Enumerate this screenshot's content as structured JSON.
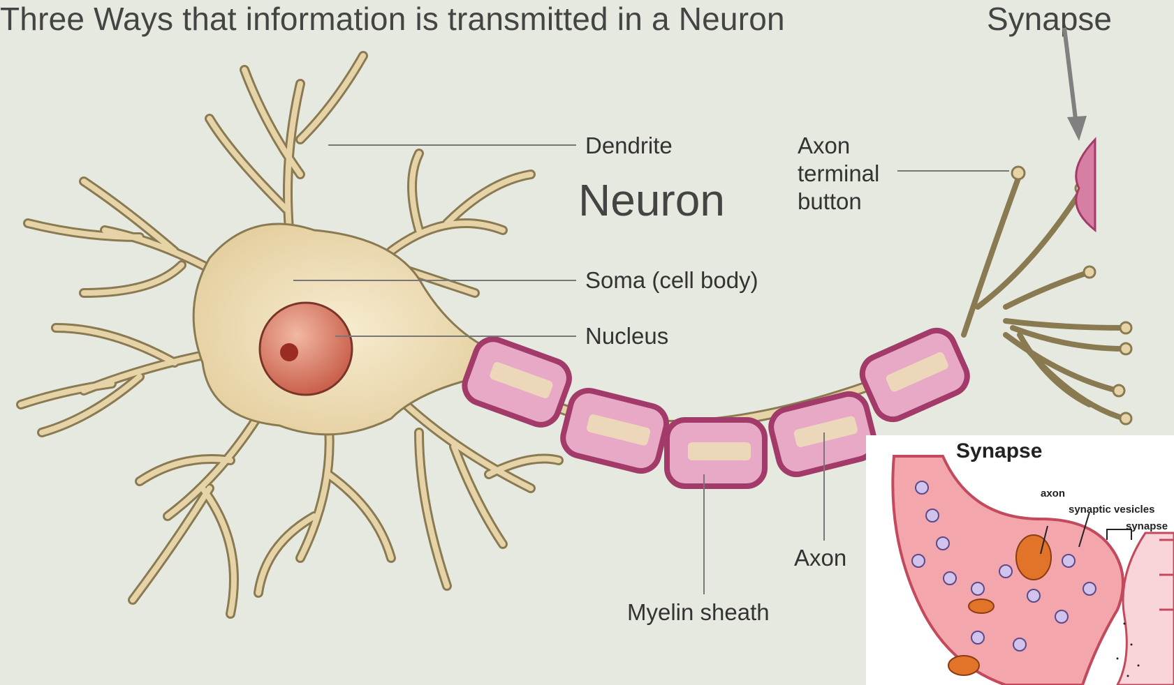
{
  "titles": {
    "slide_title": "Three Ways that information is transmitted in a Neuron",
    "synapse_title": "Synapse",
    "neuron_title": "Neuron"
  },
  "labels": {
    "dendrite": "Dendrite",
    "axon_terminal_line1": "Axon",
    "axon_terminal_line2": "terminal",
    "axon_terminal_line3": "button",
    "soma": "Soma (cell body)",
    "nucleus": "Nucleus",
    "axon": "Axon",
    "myelin_sheath": "Myelin sheath"
  },
  "inset": {
    "title": "Synapse",
    "label_axon": "axon",
    "label_vesicles": "synaptic vesicles",
    "label_synapse": "synapse"
  },
  "colors": {
    "background": "#e6e9df",
    "neuron_body": "#e6d3a8",
    "neuron_outline": "#8a7a52",
    "nucleus": "#d9735f",
    "myelin": "#a23a6a",
    "myelin_fill": "#e7a9c6",
    "inset_pink": "#f29aa0",
    "arrow": "#808080"
  }
}
